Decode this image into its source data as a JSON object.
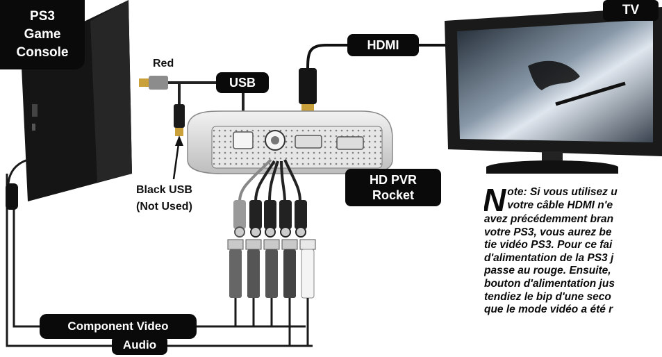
{
  "labels": {
    "ps3_console": [
      "PS3",
      "Game",
      "Console"
    ],
    "tv": "TV",
    "hdmi": "HDMI",
    "usb": "USB",
    "red": "Red",
    "black_usb": [
      "Black USB",
      "(Not Used)"
    ],
    "hd_pvr_rocket": [
      "HD PVR",
      "Rocket"
    ],
    "component_video": "Component Video",
    "audio": "Audio"
  },
  "note": {
    "dropcap": "N",
    "lines": [
      "ote: Si vous utilisez u",
      "votre câble HDMI n'e",
      "avez précédemment bran",
      "votre PS3, vous aurez be",
      "tie vidéo PS3. Pour ce fai",
      "d'alimentation de la PS3 j",
      "passe au rouge. Ensuite,",
      "bouton d'alimentation jus",
      "tendiez le bip d'une seco",
      "que le mode vidéo a été r"
    ]
  }
}
